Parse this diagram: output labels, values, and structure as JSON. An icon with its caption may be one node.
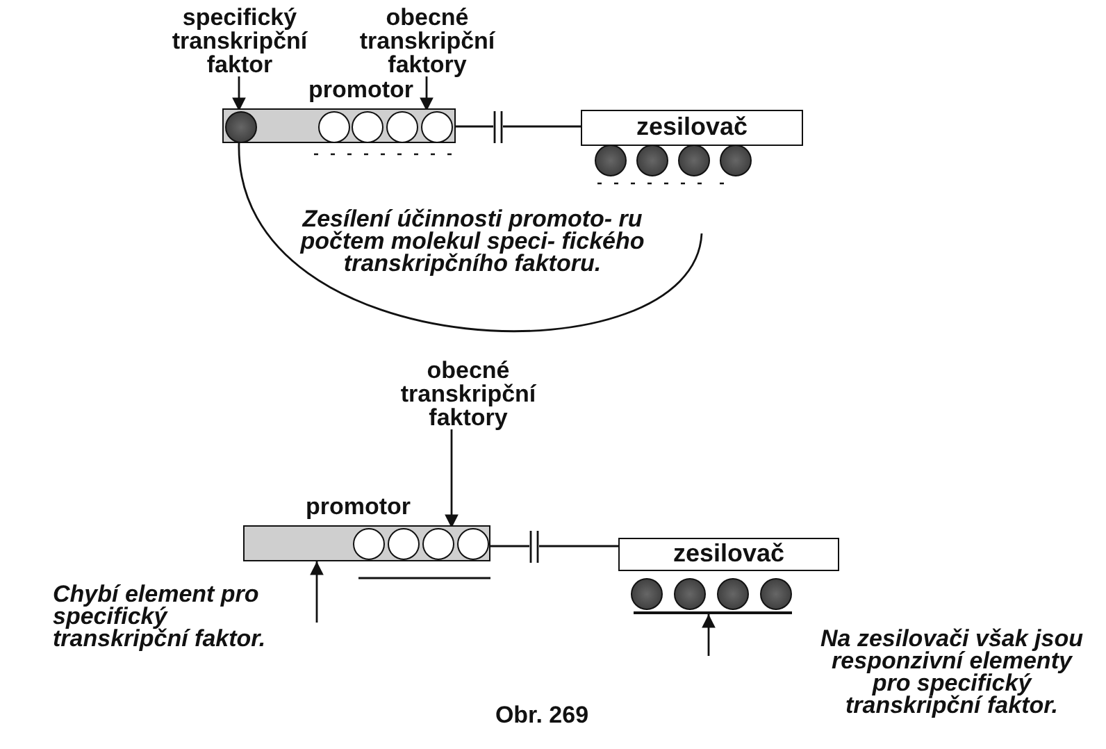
{
  "diagram": {
    "caption": "Obr. 269",
    "nodes": [
      {
        "text": [
          "specifický transkripční faktor"
        ]
      },
      {
        "text": [
          "obecné transkripční faktory"
        ]
      },
      {
        "text": [
          "promotor"
        ]
      },
      {
        "text": [],
        "shape": "circle",
        "in": 2
      },
      {
        "text": [],
        "shape": "circle",
        "in": 2
      },
      {
        "text": [],
        "shape": "circle",
        "in": 2
      },
      {
        "text": [],
        "shape": "circle",
        "in": 2
      },
      {
        "text": [],
        "shape": "circle",
        "in": 2
      },
      {
        "text": [
          "zesilovač"
        ]
      },
      {
        "text": [],
        "shape": "circle"
      },
      {
        "text": [],
        "shape": "circle"
      },
      {
        "text": [],
        "shape": "circle"
      },
      {
        "text": [],
        "shape": "circle"
      },
      {
        "text": [
          "Zesílení účinnosti promoto- ru počtem molekul speci- fického transkripčního faktoru."
        ]
      },
      {
        "text": [
          "obecné transkripční faktory"
        ]
      },
      {
        "text": [
          "promotor"
        ]
      },
      {
        "text": [],
        "shape": "circle",
        "in": 15
      },
      {
        "text": [],
        "shape": "circle",
        "in": 15
      },
      {
        "text": [],
        "shape": "circle",
        "in": 15
      },
      {
        "text": [],
        "shape": "circle",
        "in": 15
      },
      {
        "text": [
          "zesilovač"
        ]
      },
      {
        "text": [],
        "shape": "circle"
      },
      {
        "text": [],
        "shape": "circle"
      },
      {
        "text": [],
        "shape": "circle"
      },
      {
        "text": [],
        "shape": "circle"
      },
      {
        "text": [
          "Chybí element pro specifický transkripční faktor."
        ]
      },
      {
        "text": [
          "Na zesilovači však jsou responzivní elementy pro specifický transkripční faktor."
        ]
      },
      {
        "text": [],
        "shape": "bar"
      }
    ],
    "edges": [
      {
        "from": 0,
        "to": 3,
        "arrow": "to"
      },
      {
        "from": 1,
        "to": 7,
        "arrow": "to"
      },
      {
        "from": 2,
        "to": 8,
        "arrow": "none"
      },
      {
        "from": 3,
        "to": null,
        "arrow": "none"
      },
      {
        "from": 14,
        "to": 18,
        "arrow": "to"
      },
      {
        "from": 15,
        "to": 20,
        "arrow": "none"
      },
      {
        "from": null,
        "to": 15,
        "arrow": "to"
      },
      {
        "from": null,
        "to": 27,
        "arrow": "to"
      }
    ]
  }
}
